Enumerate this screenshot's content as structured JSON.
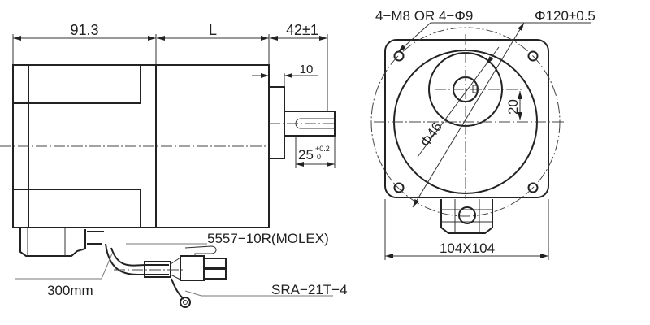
{
  "side_view": {
    "dim_gearbox": "91.3",
    "dim_motor": "L",
    "dim_shaft_length": "42±1",
    "dim_flange": "10",
    "dim_key": "25",
    "dim_key_tol_upper": "+0.2",
    "dim_key_tol_lower": "0",
    "connector_label": "5557−10R(MOLEX)",
    "cable_length": "300mm",
    "terminal_label": "SRA−21T−4"
  },
  "front_view": {
    "holes_label": "4−M8 OR 4−Φ9",
    "pcd_label": "Φ120±0.5",
    "pilot_label": "Φ46",
    "offset_label": "20",
    "size_label": "104X104"
  }
}
